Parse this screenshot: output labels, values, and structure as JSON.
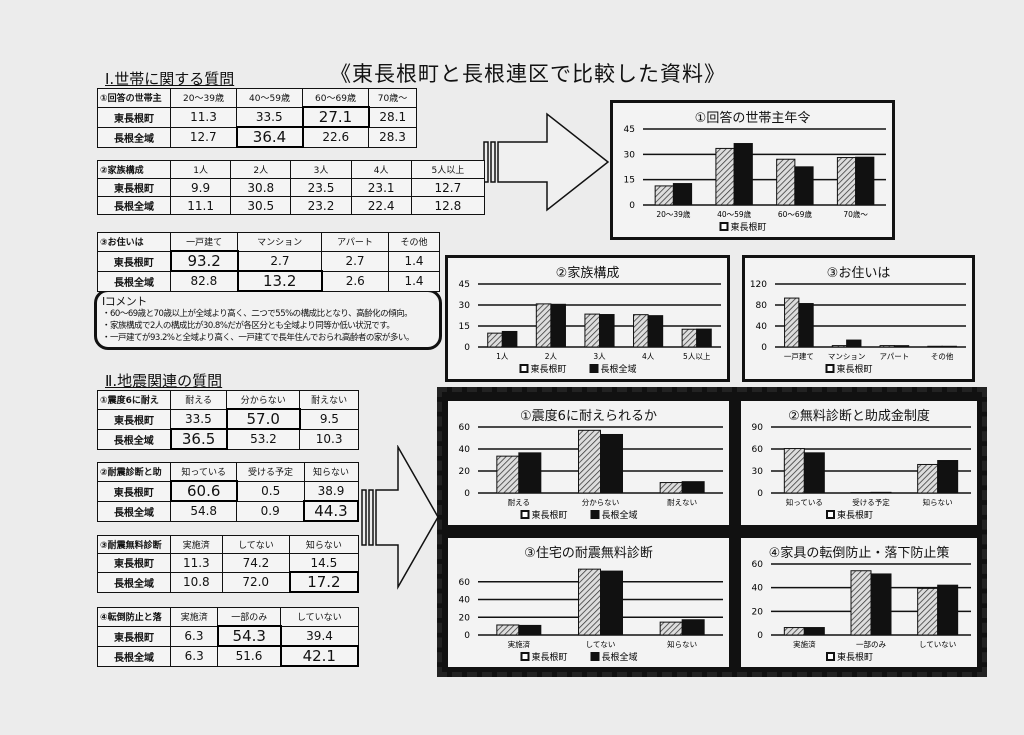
{
  "title": "《東長根町と長根連区で比較した資料》",
  "section1": "Ⅰ.世帯に関する質問",
  "section2": "Ⅱ.地震関連の質問",
  "rows": [
    "東長根町",
    "長根全域"
  ],
  "tables": [
    {
      "label": "①回答の世帯主",
      "cols": [
        "20～39歳",
        "40～59歳",
        "60～69歳",
        "70歳～"
      ],
      "r1": [
        "11.3",
        "33.5",
        "27.1",
        "28.1"
      ],
      "r2": [
        "12.7",
        "36.4",
        "22.6",
        "28.3"
      ]
    },
    {
      "label": "②家族構成",
      "cols": [
        "1人",
        "2人",
        "3人",
        "4人",
        "5人以上"
      ],
      "r1": [
        "9.9",
        "30.8",
        "23.5",
        "23.1",
        "12.7"
      ],
      "r2": [
        "11.1",
        "30.5",
        "23.2",
        "22.4",
        "12.8"
      ]
    },
    {
      "label": "③お住いは",
      "cols": [
        "一戸建て",
        "マンション",
        "アパート",
        "その他"
      ],
      "r1": [
        "93.2",
        "2.7",
        "2.7",
        "1.4"
      ],
      "r2": [
        "82.8",
        "13.2",
        "2.6",
        "1.4"
      ]
    },
    {
      "label": "①震度6に耐え",
      "cols": [
        "耐える",
        "分からない",
        "耐えない"
      ],
      "r1": [
        "33.5",
        "57.0",
        "9.5"
      ],
      "r2": [
        "36.5",
        "53.2",
        "10.3"
      ]
    },
    {
      "label": "②耐震診断と助",
      "cols": [
        "知っている",
        "受ける予定",
        "知らない"
      ],
      "r1": [
        "60.6",
        "0.5",
        "38.9"
      ],
      "r2": [
        "54.8",
        "0.9",
        "44.3"
      ]
    },
    {
      "label": "③耐震無料診断",
      "cols": [
        "実施済",
        "してない",
        "知らない"
      ],
      "r1": [
        "11.3",
        "74.2",
        "14.5"
      ],
      "r2": [
        "10.8",
        "72.0",
        "17.2"
      ]
    },
    {
      "label": "④転倒防止と落",
      "cols": [
        "実施済",
        "一部のみ",
        "していない"
      ],
      "r1": [
        "6.3",
        "54.3",
        "39.4"
      ],
      "r2": [
        "6.3",
        "51.6",
        "42.1"
      ]
    }
  ],
  "comment": {
    "title": "Ⅰコメント",
    "lines": [
      "・60～69歳と70歳以上が全域より高く、二つで55%の構成比となり、高齢化の傾向。",
      "・家族構成で2人の構成比が30.8%だが各区分とも全域より同等か低い状況です。",
      "・一戸建てが93.2%と全域より高く、一戸建てで長年住んでおられ高齢者の家が多い。"
    ]
  },
  "legend": {
    "a": "東長根町",
    "b": "長根全域"
  },
  "chart_data": [
    {
      "type": "bar",
      "title": "①回答の世帯主年令",
      "categories": [
        "20～39歳",
        "40～59歳",
        "60～69歳",
        "70歳～"
      ],
      "series": [
        {
          "name": "東長根町",
          "values": [
            11.3,
            33.5,
            27.1,
            28.1
          ]
        },
        {
          "name": "長根全域",
          "values": [
            12.7,
            36.4,
            22.6,
            28.3
          ]
        }
      ],
      "yticks": [
        0,
        15,
        30,
        45
      ],
      "ylim": [
        0,
        45
      ],
      "legend": [
        "東長根町"
      ]
    },
    {
      "type": "bar",
      "title": "②家族構成",
      "categories": [
        "1人",
        "2人",
        "3人",
        "4人",
        "5人以上"
      ],
      "series": [
        {
          "name": "東長根町",
          "values": [
            9.9,
            30.8,
            23.5,
            23.1,
            12.7
          ]
        },
        {
          "name": "長根全域",
          "values": [
            11.1,
            30.5,
            23.2,
            22.4,
            12.8
          ]
        }
      ],
      "yticks": [
        0,
        15,
        30,
        45
      ],
      "ylim": [
        0,
        45
      ],
      "legend": [
        "東長根町",
        "長根全域"
      ]
    },
    {
      "type": "bar",
      "title": "③お住いは",
      "categories": [
        "一戸建て",
        "マンション",
        "アパート",
        "その他"
      ],
      "series": [
        {
          "name": "東長根町",
          "values": [
            93.2,
            2.7,
            2.7,
            1.4
          ]
        },
        {
          "name": "長根全域",
          "values": [
            82.8,
            13.2,
            2.6,
            1.4
          ]
        }
      ],
      "yticks": [
        0,
        40,
        80,
        120
      ],
      "ylim": [
        0,
        120
      ],
      "legend": [
        "東長根町"
      ]
    },
    {
      "type": "bar",
      "title": "①震度6に耐えられるか",
      "categories": [
        "耐える",
        "分からない",
        "耐えない"
      ],
      "series": [
        {
          "name": "東長根町",
          "values": [
            33.5,
            57.0,
            9.5
          ]
        },
        {
          "name": "長根全域",
          "values": [
            36.5,
            53.2,
            10.3
          ]
        }
      ],
      "yticks": [
        0,
        20,
        40,
        60
      ],
      "ylim": [
        0,
        60
      ],
      "legend": [
        "東長根町",
        "長根全域"
      ]
    },
    {
      "type": "bar",
      "title": "②無料診断と助成金制度",
      "categories": [
        "知っている",
        "受ける予定",
        "知らない"
      ],
      "series": [
        {
          "name": "東長根町",
          "values": [
            60.6,
            0.5,
            38.9
          ]
        },
        {
          "name": "長根全域",
          "values": [
            54.8,
            0.9,
            44.3
          ]
        }
      ],
      "yticks": [
        0,
        30,
        60,
        90
      ],
      "ylim": [
        0,
        90
      ],
      "legend": [
        "東長根町"
      ]
    },
    {
      "type": "bar",
      "title": "③住宅の耐震無料診断",
      "categories": [
        "実施済",
        "してない",
        "知らない"
      ],
      "series": [
        {
          "name": "東長根町",
          "values": [
            11.3,
            74.2,
            14.5
          ]
        },
        {
          "name": "長根全域",
          "values": [
            10.8,
            72.0,
            17.2
          ]
        }
      ],
      "yticks": [
        0,
        20,
        40,
        60
      ],
      "ylim": [
        0,
        80
      ],
      "legend": [
        "東長根町",
        "長根全域"
      ]
    },
    {
      "type": "bar",
      "title": "④家具の転倒防止・落下防止策",
      "categories": [
        "実施済",
        "一部のみ",
        "していない"
      ],
      "series": [
        {
          "name": "東長根町",
          "values": [
            6.3,
            54.3,
            39.4
          ]
        },
        {
          "name": "長根全域",
          "values": [
            6.3,
            51.6,
            42.1
          ]
        }
      ],
      "yticks": [
        0,
        20,
        40,
        60
      ],
      "ylim": [
        0,
        60
      ],
      "legend": [
        "東長根町"
      ]
    }
  ]
}
